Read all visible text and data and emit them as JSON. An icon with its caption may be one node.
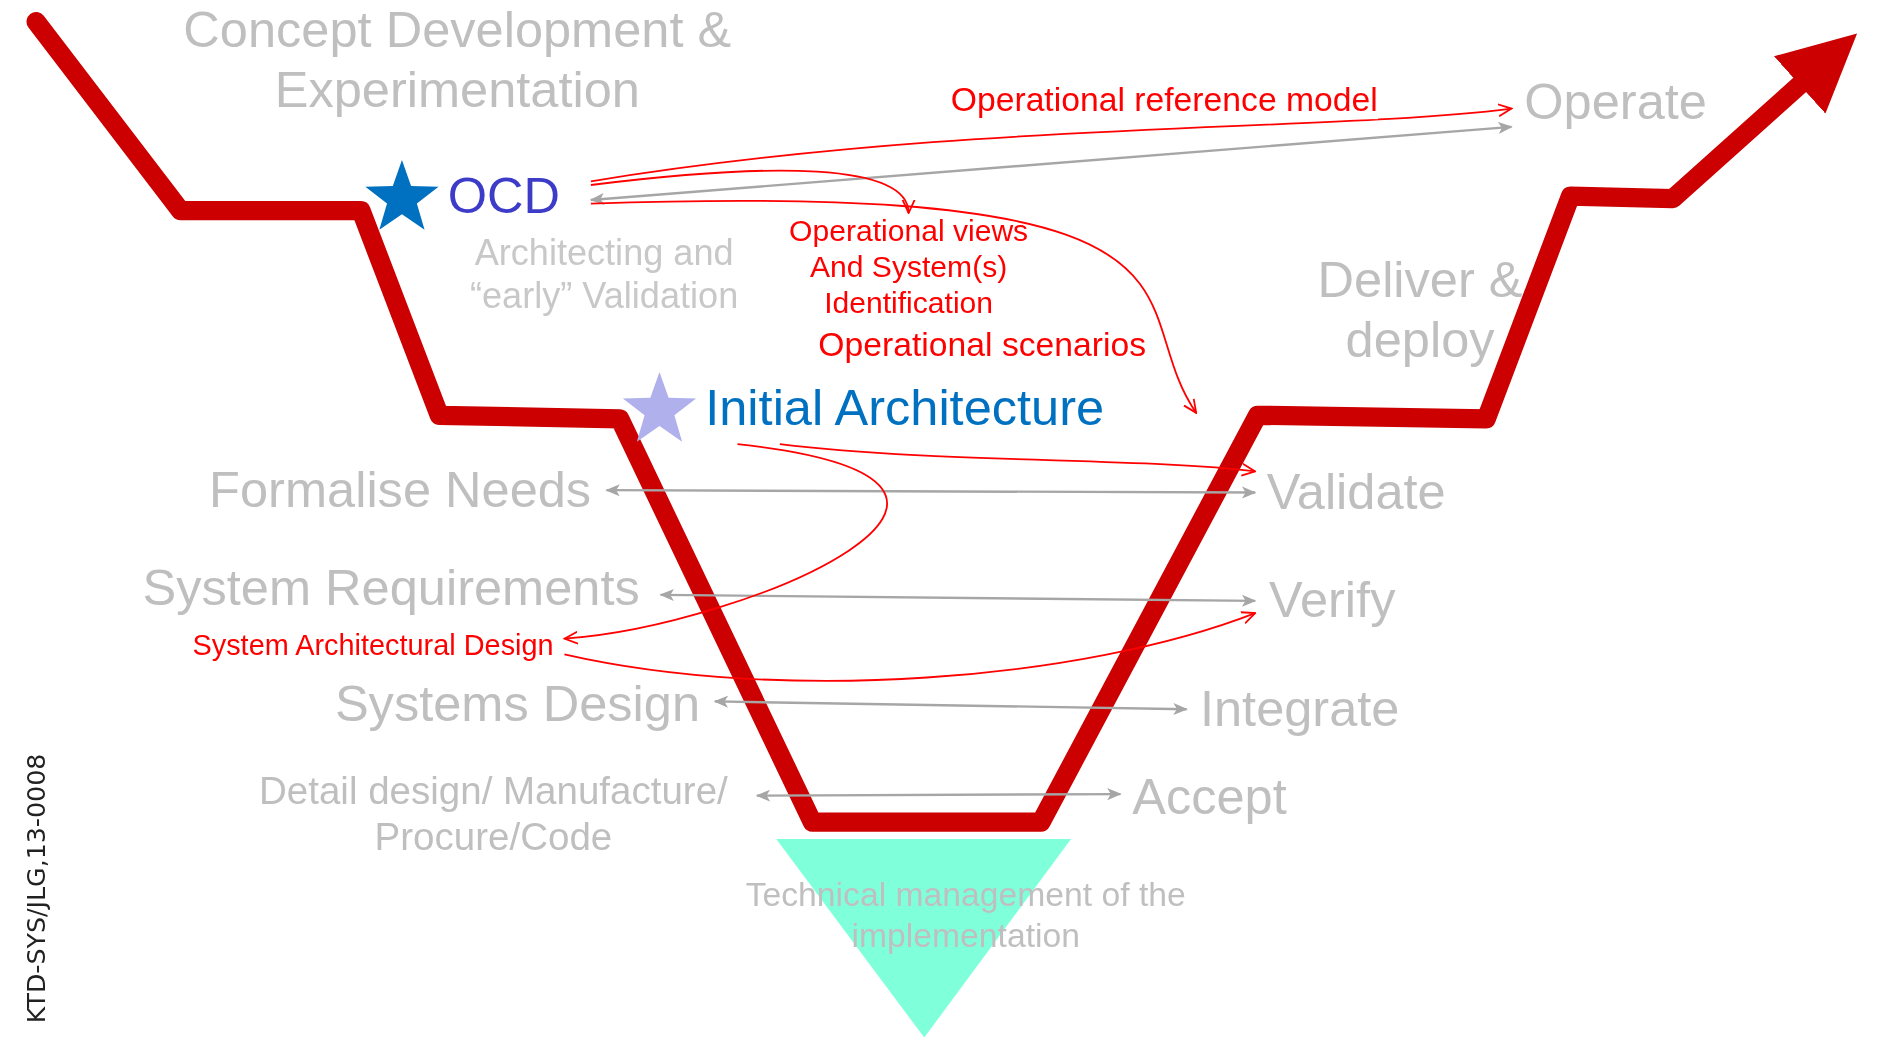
{
  "diagram": {
    "nodes": [
      {
        "text": [
          "Concept Development & Experimentation"
        ]
      },
      {
        "text": [
          "OCD"
        ]
      },
      {
        "text": [
          "Operational views And System(s) Identification"
        ]
      },
      {
        "text": [
          "Architecting and “early” Validation"
        ]
      },
      {
        "text": [
          "Initial Architecture"
        ]
      },
      {
        "text": [
          "Formalise Needs"
        ]
      },
      {
        "text": [
          "System Requirements"
        ]
      },
      {
        "text": [
          "System Architectural Design"
        ]
      },
      {
        "text": [
          "Systems Design"
        ]
      },
      {
        "text": [
          "Detail design/ Manufacture/ Procure/Code"
        ]
      },
      {
        "text": [
          "Technical management of the implementation"
        ]
      },
      {
        "text": [
          "Operate"
        ]
      },
      {
        "text": [
          "Deliver & deploy"
        ]
      },
      {
        "text": [
          "Validate"
        ]
      },
      {
        "text": [
          "Verify"
        ]
      },
      {
        "text": [
          "Integrate"
        ]
      },
      {
        "text": [
          "Accept"
        ]
      }
    ],
    "edges": [
      {
        "from": 1,
        "to": 11,
        "arrow": "both",
        "color": "#a6a6a6"
      },
      {
        "from": 1,
        "to": 11,
        "arrow": "to",
        "label": "Operational reference model"
      },
      {
        "from": 1,
        "to": 2,
        "arrow": "to"
      },
      {
        "from": 1,
        "to": null,
        "arrow": "to",
        "label": "Operational scenarios"
      },
      {
        "from": 5,
        "to": 13,
        "arrow": "both",
        "color": "#a6a6a6"
      },
      {
        "from": 6,
        "to": 14,
        "arrow": "both",
        "color": "#a6a6a6"
      },
      {
        "from": 8,
        "to": 15,
        "arrow": "both",
        "color": "#a6a6a6"
      },
      {
        "from": 9,
        "to": 16,
        "arrow": "both",
        "color": "#a6a6a6"
      },
      {
        "from": 4,
        "to": 13,
        "arrow": "to"
      },
      {
        "from": 4,
        "to": 7,
        "arrow": "to"
      },
      {
        "from": 7,
        "to": 14,
        "arrow": "to"
      }
    ],
    "labels": [
      "KTD-SYS/JLG,13-0008"
    ]
  }
}
